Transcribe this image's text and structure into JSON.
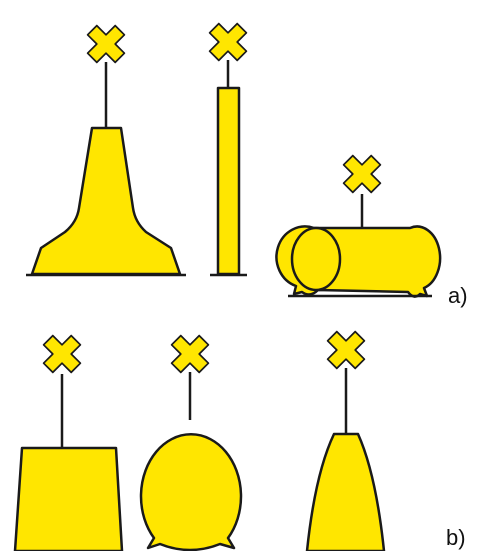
{
  "figure": {
    "panels": [
      {
        "label": "a)",
        "buoys": [
          {
            "shape": "conical-pillar",
            "topmark": "x-cross-icon"
          },
          {
            "shape": "spar",
            "topmark": "x-cross-icon"
          },
          {
            "shape": "barrel",
            "topmark": "x-cross-icon"
          }
        ]
      },
      {
        "label": "b)",
        "buoys": [
          {
            "shape": "can",
            "topmark": "x-cross-icon"
          },
          {
            "shape": "spherical",
            "topmark": "x-cross-icon"
          },
          {
            "shape": "conical",
            "topmark": "x-cross-icon"
          }
        ]
      }
    ]
  },
  "colors": {
    "buoy_fill": "#FFE600",
    "outline": "#1a1a1a",
    "background": "#FFFFFF"
  }
}
